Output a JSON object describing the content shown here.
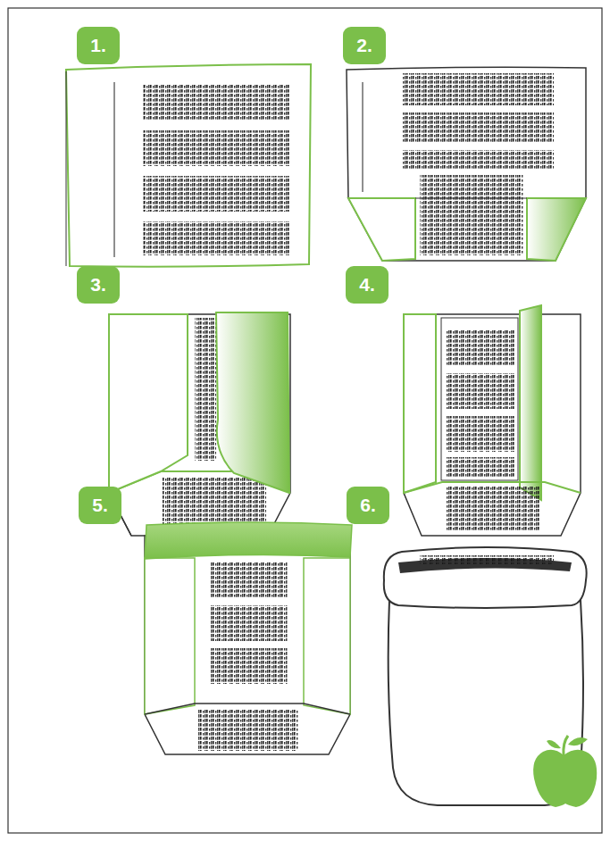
{
  "diagram": {
    "nodes": [
      {
        "text": [
          "1."
        ]
      },
      {
        "text": [
          "2."
        ]
      },
      {
        "text": [
          "3."
        ]
      },
      {
        "text": [
          "4."
        ]
      },
      {
        "text": [
          "5."
        ]
      },
      {
        "text": [
          "6."
        ]
      }
    ]
  }
}
